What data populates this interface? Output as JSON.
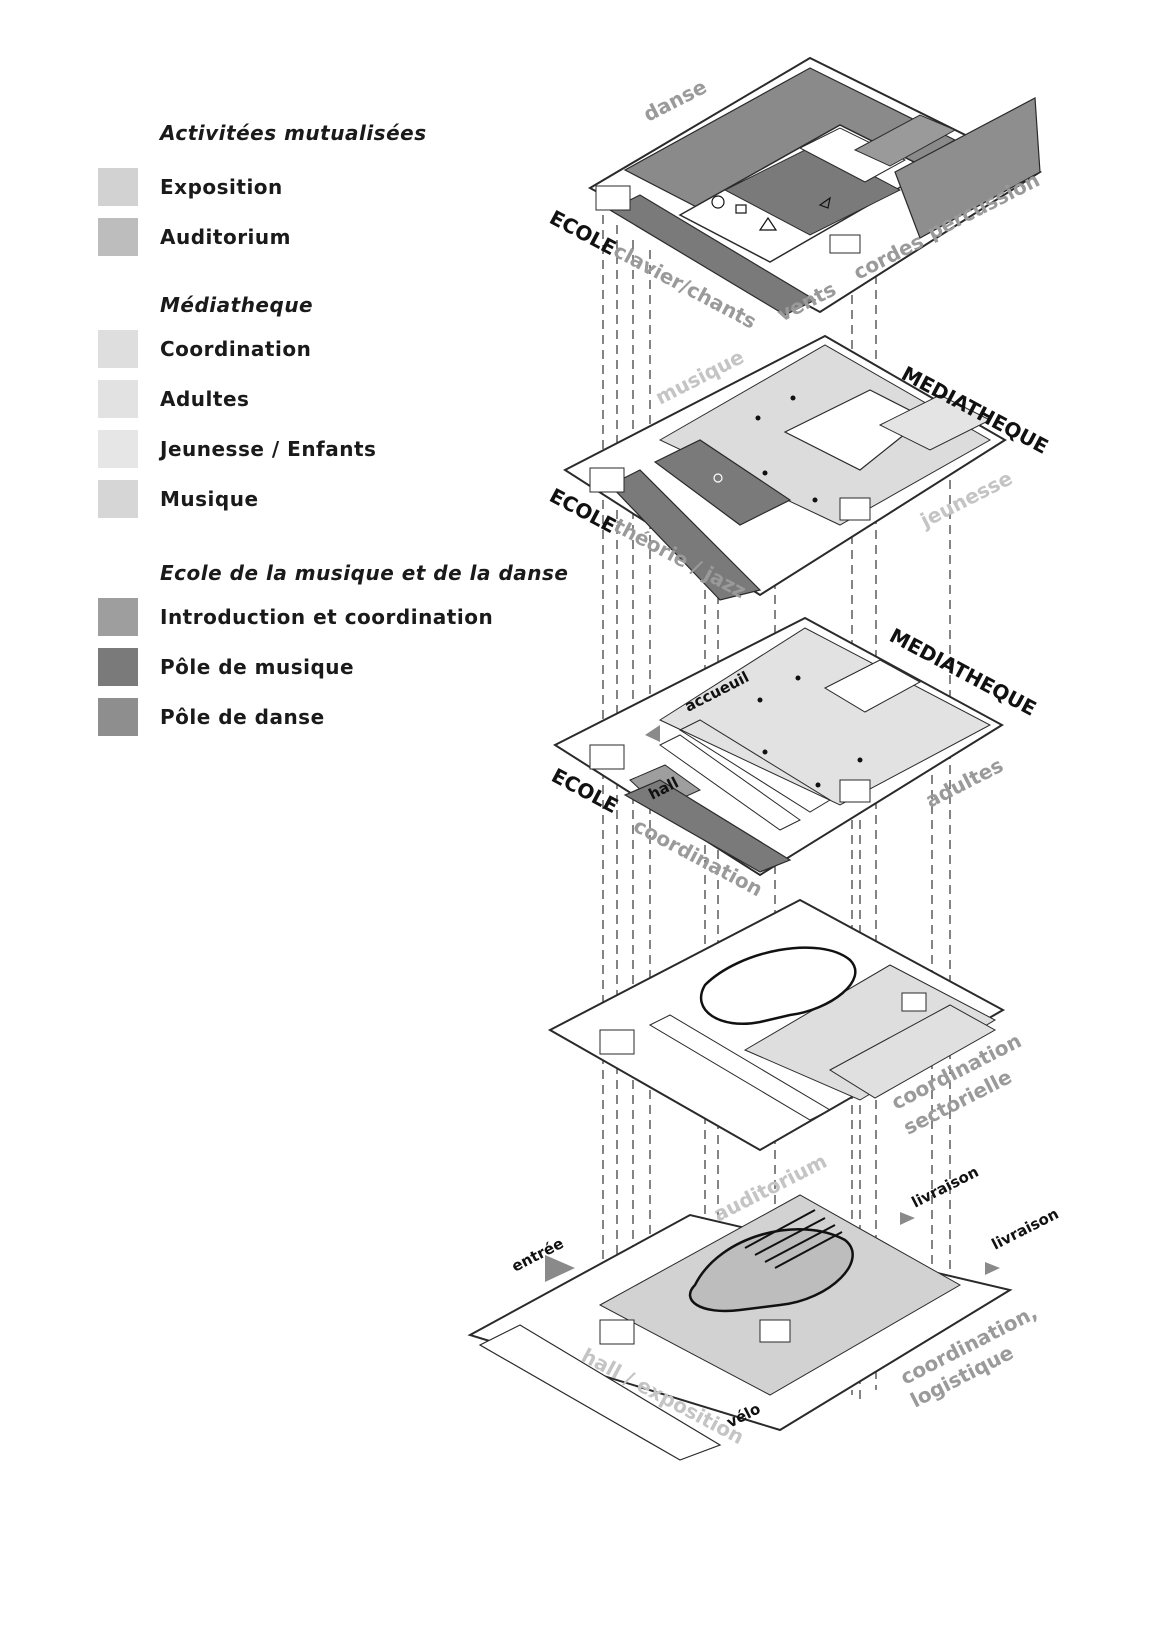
{
  "legend": {
    "groups": [
      {
        "heading": "Activitées mutualisées",
        "items": [
          {
            "label": "Exposition",
            "color": "#d2d2d2"
          },
          {
            "label": "Auditorium",
            "color": "#bdbdbd"
          }
        ]
      },
      {
        "heading": "Médiatheque",
        "items": [
          {
            "label": "Coordination",
            "color": "#dedede"
          },
          {
            "label": "Adultes",
            "color": "#e2e2e2"
          },
          {
            "label": "Jeunesse / Enfants",
            "color": "#e6e6e6"
          },
          {
            "label": "Musique",
            "color": "#d6d6d6"
          }
        ]
      },
      {
        "heading": "Ecole de la musique et de la danse",
        "items": [
          {
            "label": "Introduction et coordination",
            "color": "#9e9e9e"
          },
          {
            "label": "Pôle de musique",
            "color": "#7a7a7a"
          },
          {
            "label": "Pôle de danse",
            "color": "#8e8e8e"
          }
        ]
      }
    ]
  },
  "levels": {
    "top": {
      "danse": "danse",
      "ecole": "ECOLE",
      "clavier": "clavier/chants",
      "vents": "vents",
      "cordes": "cordes",
      "percussion": "percussion"
    },
    "second": {
      "musique": "musique",
      "mediatheque": "MEDIATHEQUE",
      "ecole": "ECOLE",
      "theorie": "théorie / jazz",
      "jeunesse": "jeunesse"
    },
    "third": {
      "mediatheque": "MEDIATHEQUE",
      "accueuil": "accueuil",
      "hall": "hall",
      "ecole": "ECOLE",
      "coordination": "coordination",
      "adultes": "adultes"
    },
    "fourth": {
      "coord1": "coordination",
      "coord2": "sectorielle"
    },
    "ground": {
      "auditorium": "auditorium",
      "livraison1": "livraison",
      "livraison2": "livraison",
      "entree": "entrée",
      "hall": "hall / exposition",
      "velo": "vélo",
      "coord1": "coordination,",
      "coord2": "logistique"
    }
  },
  "colors": {
    "line": "#2a2a2a",
    "dark": "#7a7a7a",
    "mid": "#9e9e9e",
    "light": "#dcdcdc",
    "lighter": "#e8e8e8"
  }
}
